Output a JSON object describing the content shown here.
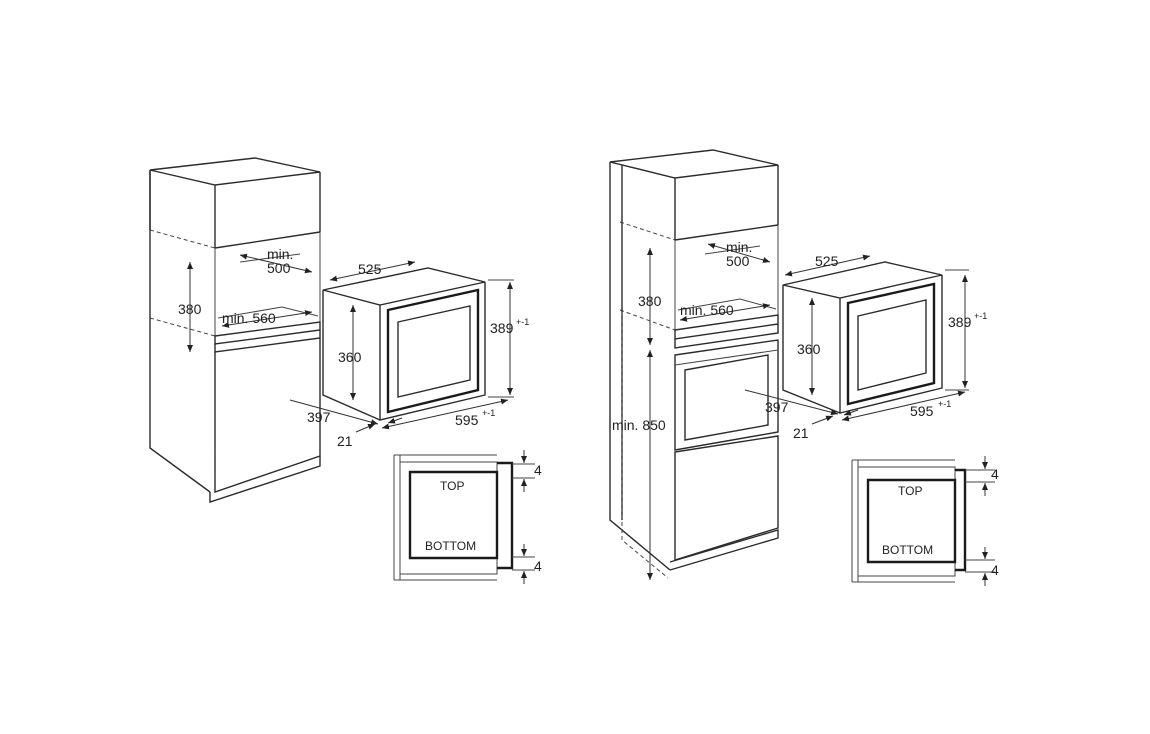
{
  "left": {
    "dims": {
      "width_top": "525",
      "min_label": "min.",
      "depth_min": "500",
      "height_cav": "380",
      "width_min": "min. 560",
      "height_oven": "360",
      "height_front": "389",
      "height_front_tol": "+-1",
      "width_front": "595",
      "width_front_tol": "+-1",
      "depth": "397",
      "frame": "21"
    },
    "detail": {
      "top": "TOP",
      "bottom": "BOTTOM",
      "gap_top": "4",
      "gap_bottom": "4"
    }
  },
  "right": {
    "dims": {
      "width_top": "525",
      "min_label": "min.",
      "depth_min": "500",
      "height_cav": "380",
      "width_min": "min. 560",
      "height_oven": "360",
      "height_front": "389",
      "height_front_tol": "+-1",
      "width_front": "595",
      "width_front_tol": "+-1",
      "depth": "397",
      "frame": "21",
      "height_floor": "min. 850"
    },
    "detail": {
      "top": "TOP",
      "bottom": "BOTTOM",
      "gap_top": "4",
      "gap_bottom": "4"
    }
  }
}
